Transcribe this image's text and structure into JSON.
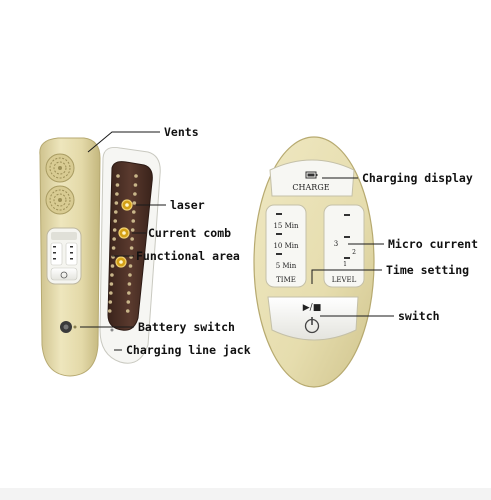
{
  "colors": {
    "body_gold": "#e8dfb0",
    "body_gold_dark": "#c9bd85",
    "panel_white": "#f7f7f3",
    "comb_brown": "#4a2e24",
    "stud": "#c9b68a",
    "laser_dot": "#d4a017"
  },
  "callouts": {
    "vents": "Vents",
    "laser": "laser",
    "current_comb": "Current comb",
    "functional_area": "Functional area",
    "battery_switch": "Battery switch",
    "charging_line_jack": "Charging line jack",
    "charging_display": "Charging display",
    "micro_current": "Micro current",
    "time_setting": "Time setting",
    "switch": "switch"
  },
  "panel": {
    "charge_label": "CHARGE",
    "time_options": [
      "15 Min",
      "10 Min",
      "5 Min"
    ],
    "time_label": "TIME",
    "level_options": [
      "3",
      "2",
      "1"
    ],
    "level_label": "LEVEL",
    "play_stop_symbol": "▶/■",
    "power_symbol": "⏻"
  }
}
